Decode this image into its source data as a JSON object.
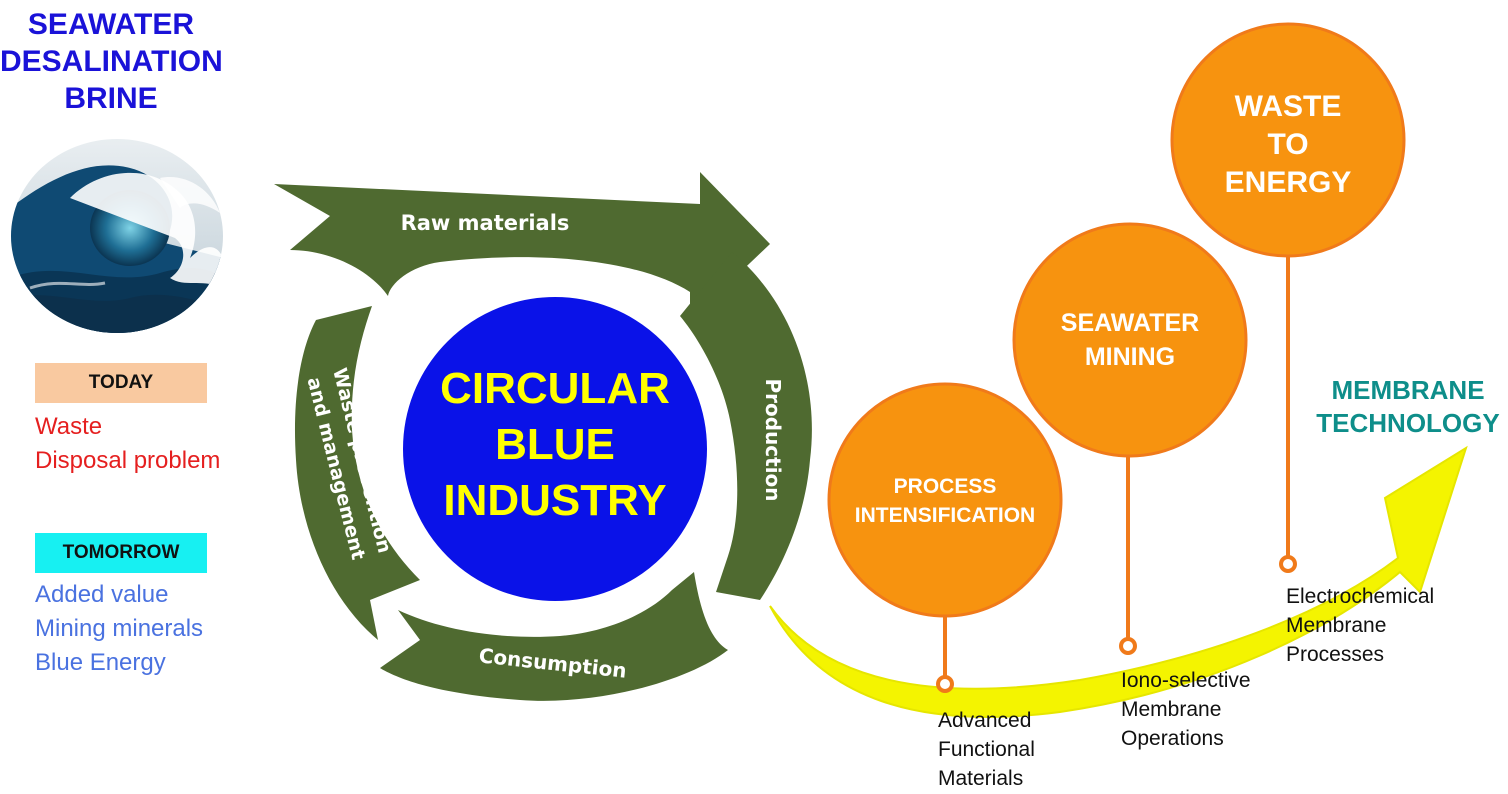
{
  "header": {
    "lines": [
      "SEAWATER",
      "DESALINATION",
      "BRINE"
    ]
  },
  "today": {
    "label": "TODAY",
    "items": [
      "Waste",
      "Disposal problem"
    ]
  },
  "tomorrow": {
    "label": "TOMORROW",
    "items": [
      "Added value",
      "Mining minerals",
      "Blue Energy"
    ]
  },
  "cycle": {
    "center_lines": [
      "CIRCULAR",
      "BLUE",
      "INDUSTRY"
    ],
    "stages": {
      "raw_materials": "Raw materials",
      "production": "Production",
      "consumption": "Consumption",
      "waste_line1": "Waste prevention",
      "waste_line2": "and management"
    }
  },
  "pathway": {
    "arrow_label_lines": [
      "MEMBRANE",
      "TECHNOLOGY"
    ],
    "nodes": [
      {
        "title_lines": [
          "PROCESS",
          "INTENSIFICATION"
        ],
        "desc_lines": [
          "Advanced",
          "Functional",
          "Materials"
        ]
      },
      {
        "title_lines": [
          "SEAWATER",
          "MINING"
        ],
        "desc_lines": [
          "Iono-selective",
          "Membrane",
          "Operations"
        ]
      },
      {
        "title_lines": [
          "WASTE",
          "TO",
          "ENERGY"
        ],
        "desc_lines": [
          "Electrochemical",
          "Membrane",
          "Processes"
        ]
      }
    ]
  },
  "colors": {
    "title_blue": "#1a12d8",
    "cycle_green": "#4f6a30",
    "center_blue": "#0a12e8",
    "center_text": "#ffff00",
    "orange": "#f7930f",
    "arrow_yellow": "#f4f400",
    "membrane_teal": "#0e8e8a",
    "today_bg": "#f9c9a0",
    "tomorrow_bg": "#17f0f2"
  }
}
